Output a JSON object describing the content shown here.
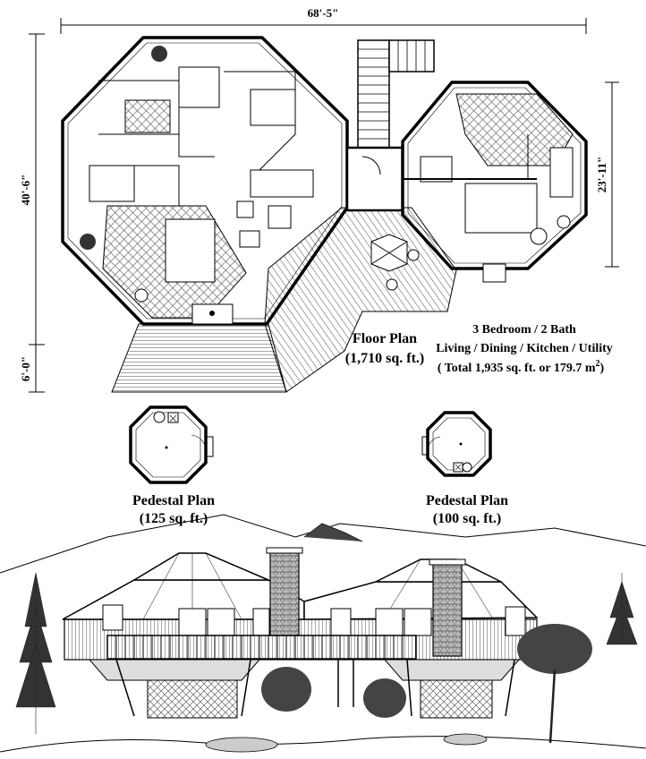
{
  "dimensions": {
    "overall_width": "68'-5\"",
    "overall_depth": "40'-6\"",
    "right_wing_depth": "23'-11\"",
    "deck_depth": "6'-0\""
  },
  "floor_plan": {
    "title": "Floor Plan",
    "area": "(1,710 sq. ft.)"
  },
  "summary": {
    "rooms": "3 Bedroom / 2 Bath",
    "features": "Living / Dining / Kitchen / Utility",
    "total_prefix": "( Total 1,935 sq. ft. or 179.7 m",
    "total_sup": "2",
    "total_suffix": ")"
  },
  "pedestal_left": {
    "title": "Pedestal Plan",
    "area": "(125 sq. ft.)"
  },
  "pedestal_right": {
    "title": "Pedestal Plan",
    "area": "(100 sq. ft.)"
  }
}
